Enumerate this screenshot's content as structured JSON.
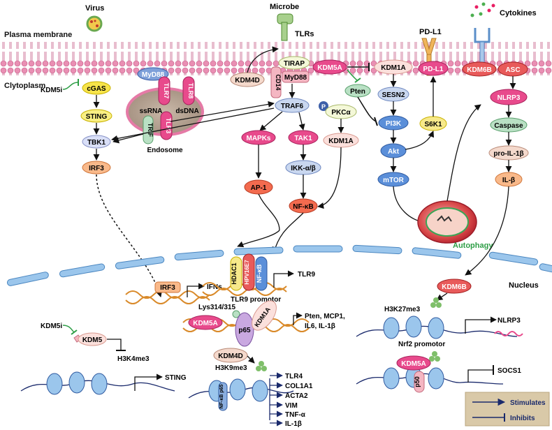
{
  "membrane": {
    "plasma": "Plasma membrane",
    "cytoplasm": "Clytoplasm",
    "nucleus": "Nucleus",
    "endosome": "Endosome",
    "autophagy": "Autophagy"
  },
  "external": {
    "virus": "Virus",
    "microbe": "Microbe",
    "tlrs": "TLRs",
    "pdl1": "PD-L1",
    "cytokines": "Cytokines"
  },
  "nodes": {
    "cgas": "cGAS",
    "kdm5i_top": "KDM5i",
    "sting": "STING",
    "tbk1": "TBK1",
    "irf3": "IRF3",
    "myd88_endo": "MyD88",
    "tlr7": "TLR7",
    "tlr8": "TLR8",
    "tlr3": "TLR3",
    "trif": "TRIF",
    "ssrna": "ssRNA",
    "dsdna": "dsDNA",
    "kdm4d_top": "KDM4D",
    "tirap": "TIRAP",
    "cd14": "CD14",
    "myd88": "MyD88",
    "traf6": "TRAF6",
    "mapks": "MAPKs",
    "tak1": "TAK1",
    "ap1": "AP-1",
    "ikk": "IKK-α/β",
    "nfkb": "NF-κB",
    "p": "P",
    "pkca": "PKCα",
    "kdm1a_mid": "KDM1A",
    "kdm5a_top": "KDM5A",
    "kdm1a_top": "KDM1A",
    "pten": "Pten",
    "sesn2": "SESN2",
    "pi3k": "PI3K",
    "akt": "Akt",
    "mtor": "mTOR",
    "s6k1": "S6K1",
    "pdl1_inner": "PD-L1",
    "kdm6b_top": "KDM6B",
    "asc": "ASC",
    "nlrp3": "NLRP3",
    "caspase": "Caspase",
    "proil1b": "pro-IL-1β",
    "il1b": "IL-β"
  },
  "nuclear": {
    "irf3": "IRF3",
    "ifns": "IFNs",
    "hdac1": "HDAC1",
    "hpv": "HPV16E7",
    "nfkb": "NF-κB",
    "tlr9": "TLR9",
    "tlr9_promotor": "TLR9  promotor",
    "lys": "Lys314/315",
    "kdm5a": "KDM5A",
    "p65": "p65",
    "kdm1a": "KDM1A",
    "pten_targets": "Pten, MCP1,",
    "pten_targets2": "IL6, IL-1β",
    "kdm5i": "KDM5i",
    "kdm5": "KDM5",
    "h3k4me3": "H3K4me3",
    "sting": "STING",
    "kdm4d": "KDM4D",
    "h3k9me3": "H3K9me3",
    "nfkbp65": "NF-κB p65",
    "targets": [
      "TLR4",
      "COL1A1",
      "ACTA2",
      "VIM",
      "TNF-α",
      "IL-1β"
    ],
    "kdm6b": "KDM6B",
    "h3k27me3": "H3K27me3",
    "nlrp3": "NLRP3",
    "nrf2": "Nrf2  promotor",
    "kdm5a_b": "KDM5A",
    "p50": "p50",
    "socs1": "SOCS1"
  },
  "legend": {
    "stimulates": "Stimulates",
    "inhibits": "Inhibits"
  }
}
